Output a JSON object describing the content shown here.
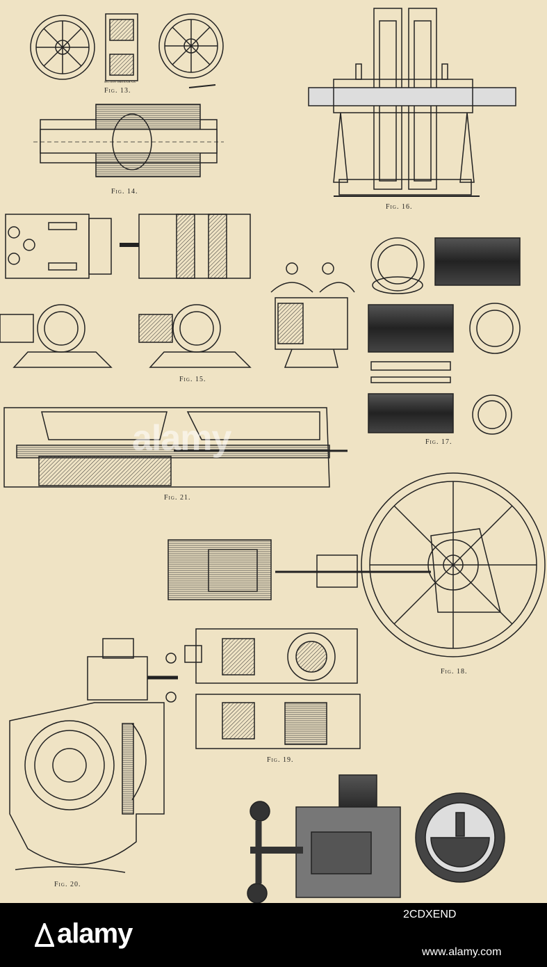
{
  "figures": {
    "fig13": "Fig. 13.",
    "fig13_note": "SECTION THROUGH A.B.",
    "fig14": "Fig. 14.",
    "fig15": "Fig. 15.",
    "fig16": "Fig. 16.",
    "fig17": "Fig. 17.",
    "fig18": "Fig. 18.",
    "fig19": "Fig. 19.",
    "fig20": "Fig. 20.",
    "fig21": "Fig. 21."
  },
  "watermark": {
    "brand": "alamy",
    "image_id": "2CDXEND",
    "site": "www.alamy.com"
  }
}
